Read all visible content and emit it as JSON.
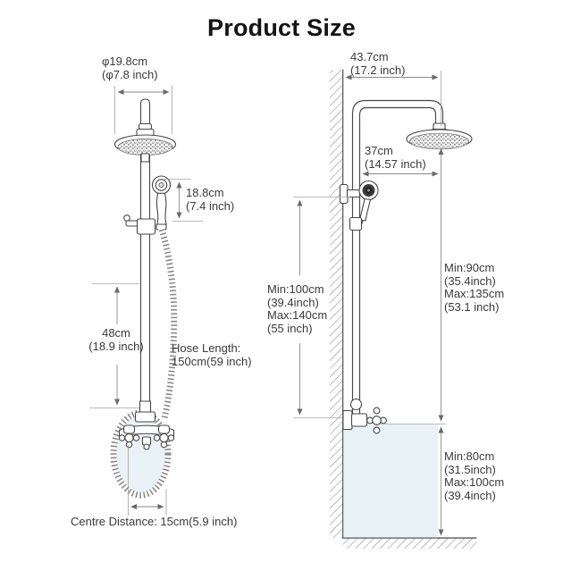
{
  "title": "Product Size",
  "left_view": {
    "head_diameter_metric": "φ19.8cm",
    "head_diameter_imperial": "(φ7.8 inch)",
    "hand_shower_metric": "18.8cm",
    "hand_shower_imperial": "(7.4 inch)",
    "bar_metric": "48cm",
    "bar_imperial": "(18.9 inch)",
    "hose_label": "Hose Length:",
    "hose_value": "150cm(59 inch)",
    "centre_distance": "Centre Distance: 15cm(5.9 inch)"
  },
  "right_view": {
    "arm_metric": "43.7cm",
    "arm_imperial": "(17.2 inch)",
    "offset_metric": "37cm",
    "offset_imperial": "(14.57 inch)",
    "bar_height": [
      "Min:100cm",
      "(39.4inch)",
      "Max:140cm",
      "(55 inch)"
    ],
    "head_height": [
      "Min:90cm",
      "(35.4inch)",
      "Max:135cm",
      "(53.1 inch)"
    ],
    "valve_height": [
      "Min:80cm",
      "(31.5inch)",
      "Max:100cm",
      "(39.4inch)"
    ]
  },
  "colors": {
    "highlight_fill": "#e9f2f6",
    "outline": "#474747",
    "dimension_line": "#8a8a8a",
    "text": "#3a3a3a"
  }
}
